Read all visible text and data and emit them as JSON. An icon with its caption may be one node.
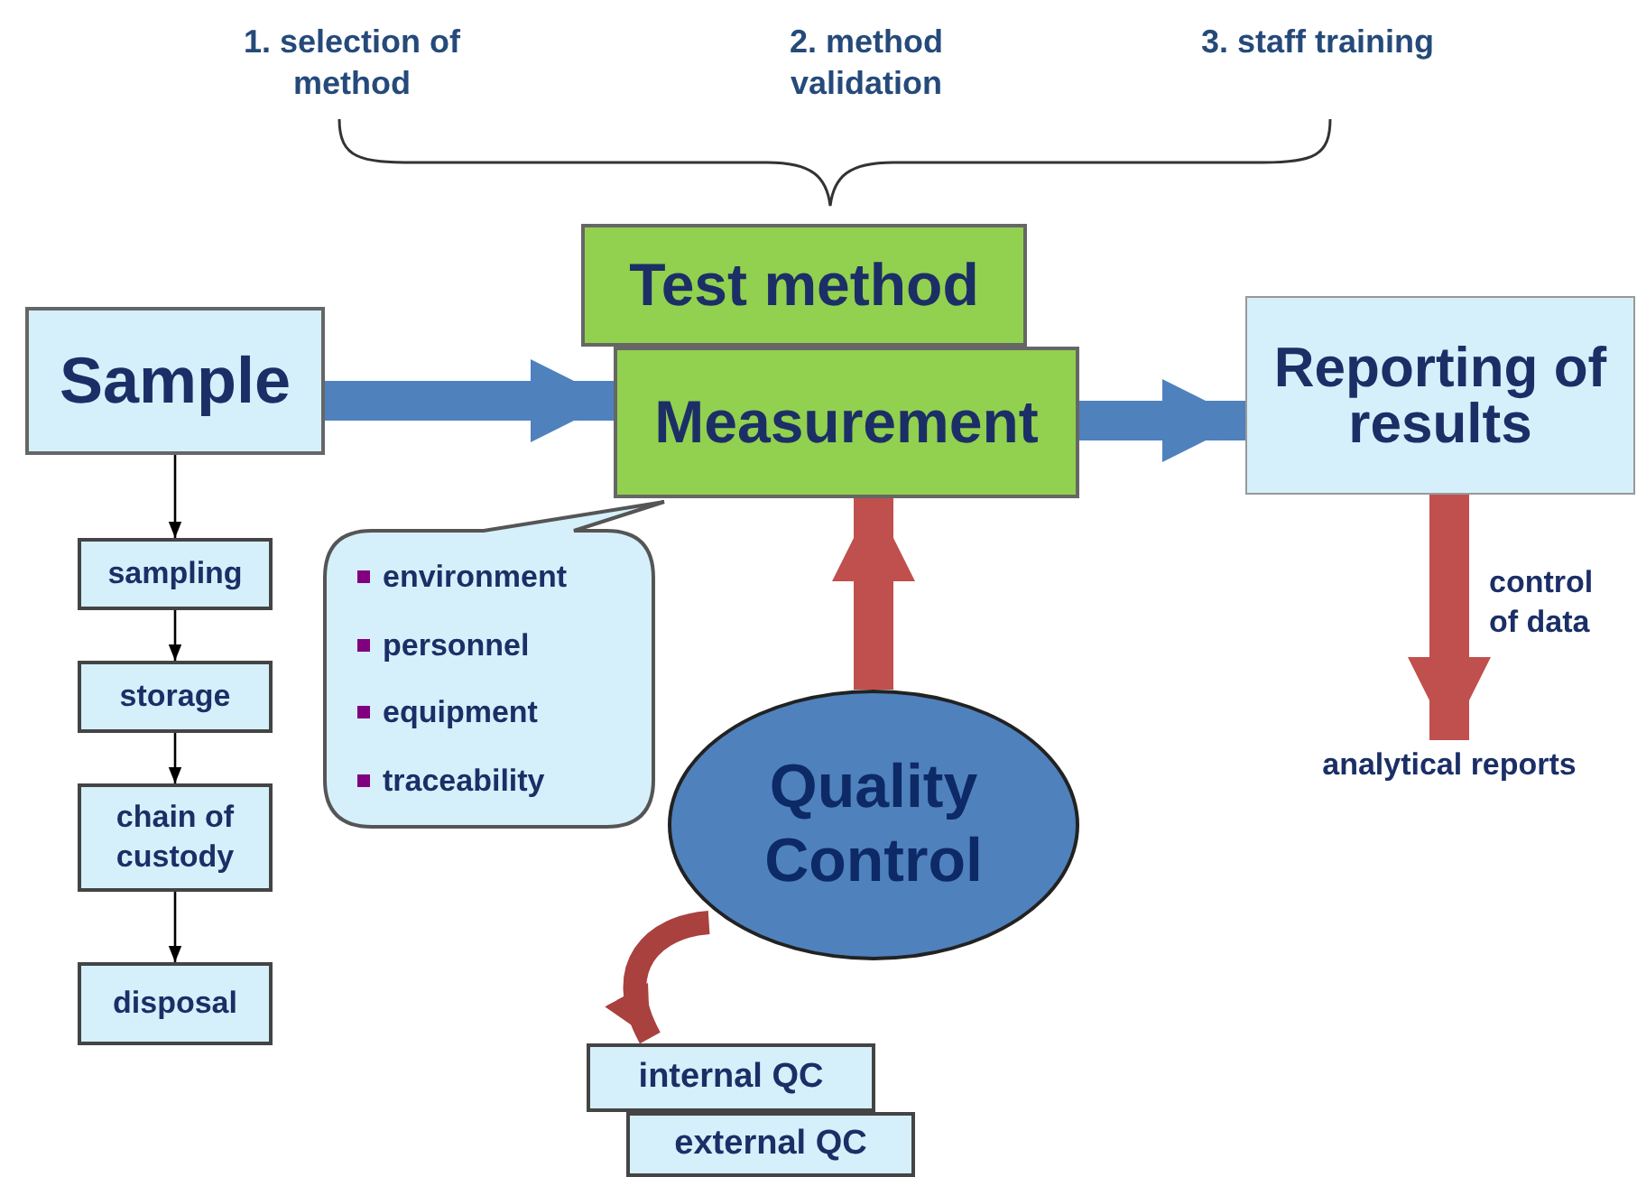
{
  "diagram": {
    "nodes": [
      {
        "text": [
          "Sample"
        ]
      },
      {
        "text": [
          "Test method"
        ]
      },
      {
        "text": [
          "Measurement"
        ]
      },
      {
        "text": [
          "Reporting of results"
        ]
      },
      {
        "text": [
          "sampling"
        ]
      },
      {
        "text": [
          "storage"
        ]
      },
      {
        "text": [
          "chain of custody"
        ]
      },
      {
        "text": [
          "disposal"
        ]
      },
      {
        "text": [
          "environment",
          "personnel",
          "equipment",
          "traceability"
        ]
      },
      {
        "text": [
          "Quality Control"
        ]
      },
      {
        "text": [
          "internal QC"
        ]
      },
      {
        "text": [
          "external QC"
        ]
      },
      {
        "text": [
          "analytical reports"
        ]
      }
    ],
    "edges": [
      {
        "from": 0,
        "to": 2,
        "arrow": "to",
        "color": "#4f81bd"
      },
      {
        "from": 2,
        "to": 3,
        "arrow": "to",
        "color": "#4f81bd"
      },
      {
        "from": 0,
        "to": 4,
        "arrow": "to"
      },
      {
        "from": 4,
        "to": 5,
        "arrow": "to"
      },
      {
        "from": 5,
        "to": 6,
        "arrow": "to"
      },
      {
        "from": 6,
        "to": 7,
        "arrow": "to"
      },
      {
        "from": 9,
        "to": 2,
        "arrow": "to",
        "color": "#c0504d"
      },
      {
        "from": 9,
        "to": 10,
        "arrow": "to",
        "color": "#a9413e"
      },
      {
        "from": 3,
        "to": 12,
        "label": "control of data",
        "arrow": "to",
        "color": "#c0504d"
      }
    ],
    "labels": [
      "1. selection of method",
      "2. method validation",
      "3. staff training"
    ]
  }
}
